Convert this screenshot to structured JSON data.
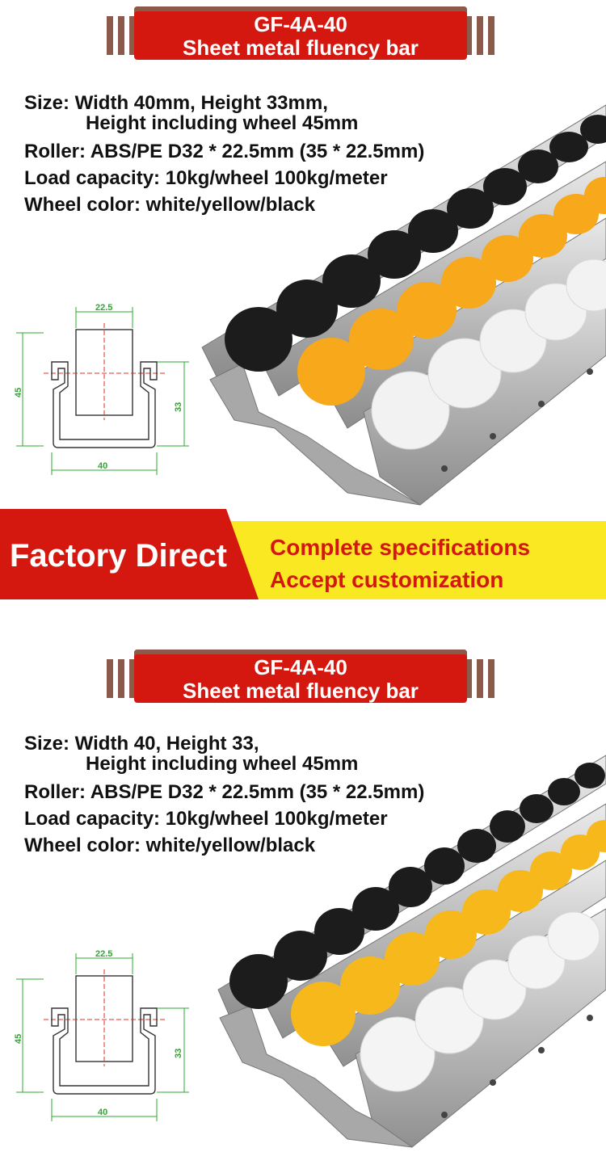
{
  "top": {
    "title_line1": "GF-4A-40",
    "title_line2": "Sheet metal fluency bar",
    "specs": [
      "Size: Width 40mm, Height 33mm,",
      "Height including wheel 45mm",
      "Roller: ABS/PE D32 * 22.5mm (35 * 22.5mm)",
      "Load capacity: 10kg/wheel 100kg/meter",
      "Wheel color: white/yellow/black"
    ],
    "diagram": {
      "dim_top": "22.5",
      "dim_left": "45",
      "dim_right": "33",
      "dim_bottom": "40"
    }
  },
  "promo": {
    "left_text": "Factory Direct",
    "line1": "Complete specifications",
    "line2": "Accept customization"
  },
  "bottom": {
    "title_line1": "GF-4A-40",
    "title_line2": "Sheet metal fluency bar",
    "specs": [
      "Size: Width 40, Height 33,",
      "Height including wheel 45mm",
      "Roller: ABS/PE D32 * 22.5mm (35 * 22.5mm)",
      "Load capacity: 10kg/wheel 100kg/meter",
      "Wheel color: white/yellow/black"
    ],
    "diagram": {
      "dim_top": "22.5",
      "dim_left": "45",
      "dim_right": "33",
      "dim_bottom": "40"
    }
  },
  "colors": {
    "banner_red": "#d4180f",
    "banner_brown": "#8b5a4a",
    "promo_yellow": "#f9e822",
    "dimension_green": "#2fa82f",
    "roller_yellow": "#f7a81b",
    "roller_white": "#f2f2f2",
    "roller_black": "#1c1c1c"
  }
}
